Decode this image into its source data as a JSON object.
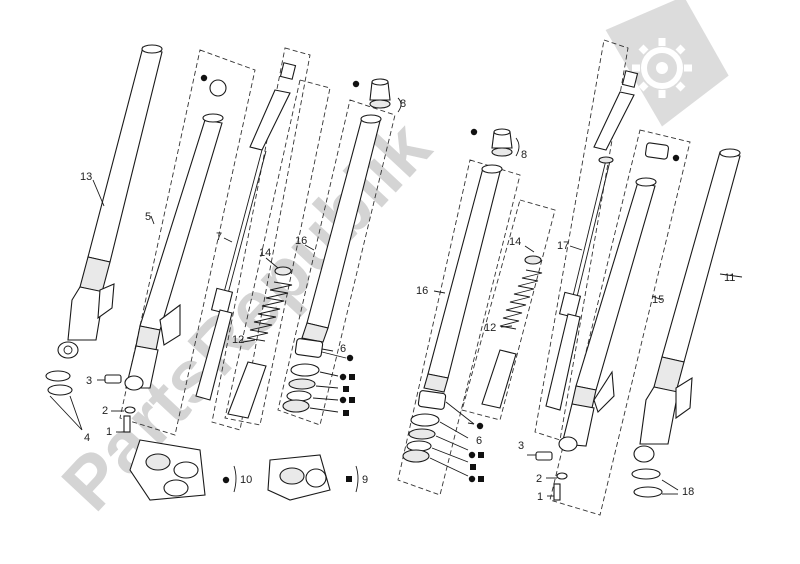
{
  "watermark": {
    "text": "PartsRepublik",
    "color": "#d4d4d4",
    "icon": "gear-icon"
  },
  "legend_markers": {
    "dot": "●",
    "square": "■"
  },
  "callouts_left": {
    "n13": "13",
    "n5": "5",
    "n7": "7",
    "n14": "14",
    "n16": "16",
    "n8": "8",
    "n12": "12",
    "n6": "6",
    "n3": "3",
    "n2": "2",
    "n1": "1",
    "n4": "4",
    "n10": "10",
    "n9": "9"
  },
  "callouts_right": {
    "n8": "8",
    "n17": "17",
    "n14": "14",
    "n16": "16",
    "n11": "11",
    "n15": "15",
    "n12": "12",
    "n6": "6",
    "n3": "3",
    "n2": "2",
    "n1": "1",
    "n18": "18"
  }
}
